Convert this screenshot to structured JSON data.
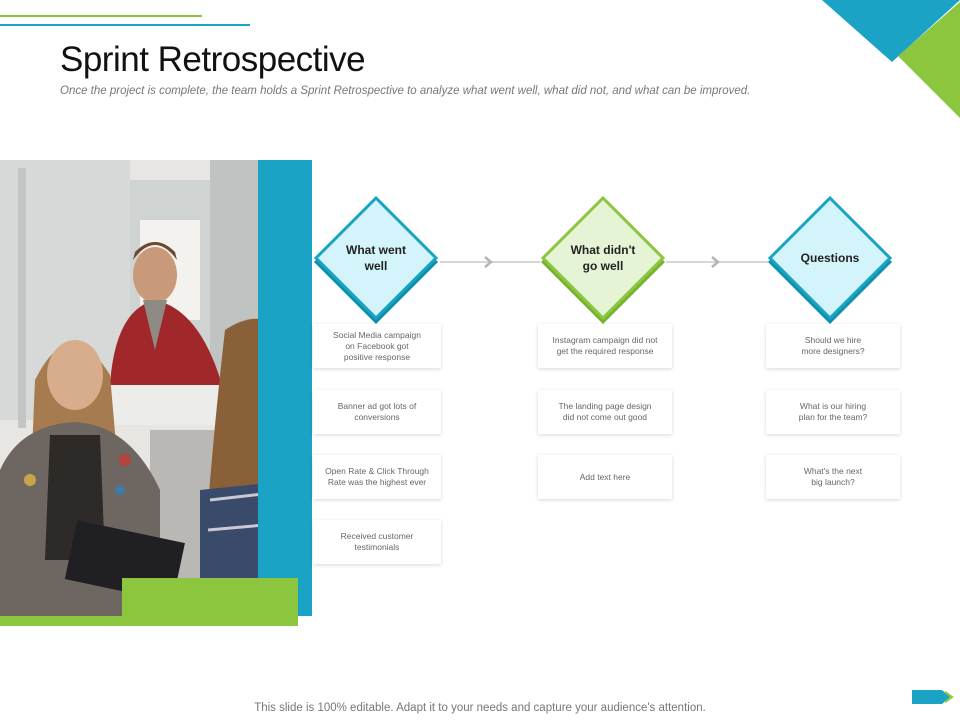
{
  "title": "Sprint Retrospective",
  "subtitle": "Once the project is complete, the team holds a Sprint Retrospective to analyze what went well, what did not, and what can be improved.",
  "colors": {
    "blue": "#1aa3c4",
    "green": "#8cc63f",
    "light_blue_fill": "#d3f4fb",
    "light_green_fill": "#e6f4d6"
  },
  "columns": [
    {
      "heading_line1": "What went",
      "heading_line2": "well",
      "items": [
        {
          "line1": "Social Media campaign",
          "line2": "on Facebook got",
          "line3": "positive response"
        },
        {
          "line1": "Banner ad got lots of",
          "line2": "conversions",
          "line3": ""
        },
        {
          "line1": "Open Rate & Click Through",
          "line2": "Rate was the highest ever",
          "line3": ""
        },
        {
          "line1": "Received customer",
          "line2": "testimonials",
          "line3": ""
        }
      ]
    },
    {
      "heading_line1": "What didn't",
      "heading_line2": "go well",
      "items": [
        {
          "line1": "Instagram campaign did not",
          "line2": "get the required response",
          "line3": ""
        },
        {
          "line1": "The landing page design",
          "line2": "did not come out good",
          "line3": ""
        },
        {
          "line1": "Add text here",
          "line2": "",
          "line3": ""
        }
      ]
    },
    {
      "heading_line1": "Questions",
      "heading_line2": "",
      "items": [
        {
          "line1": "Should we hire",
          "line2": "more designers?",
          "line3": ""
        },
        {
          "line1": "What is our hiring",
          "line2": "plan for the team?",
          "line3": ""
        },
        {
          "line1": "What's the next",
          "line2": "big launch?",
          "line3": ""
        }
      ]
    }
  ],
  "footer": "This slide is 100% editable. Adapt it to your needs and capture your audience's attention.",
  "icons": {
    "flow_arrow": "chevron-right-icon",
    "nav": "next-arrow-icon"
  }
}
